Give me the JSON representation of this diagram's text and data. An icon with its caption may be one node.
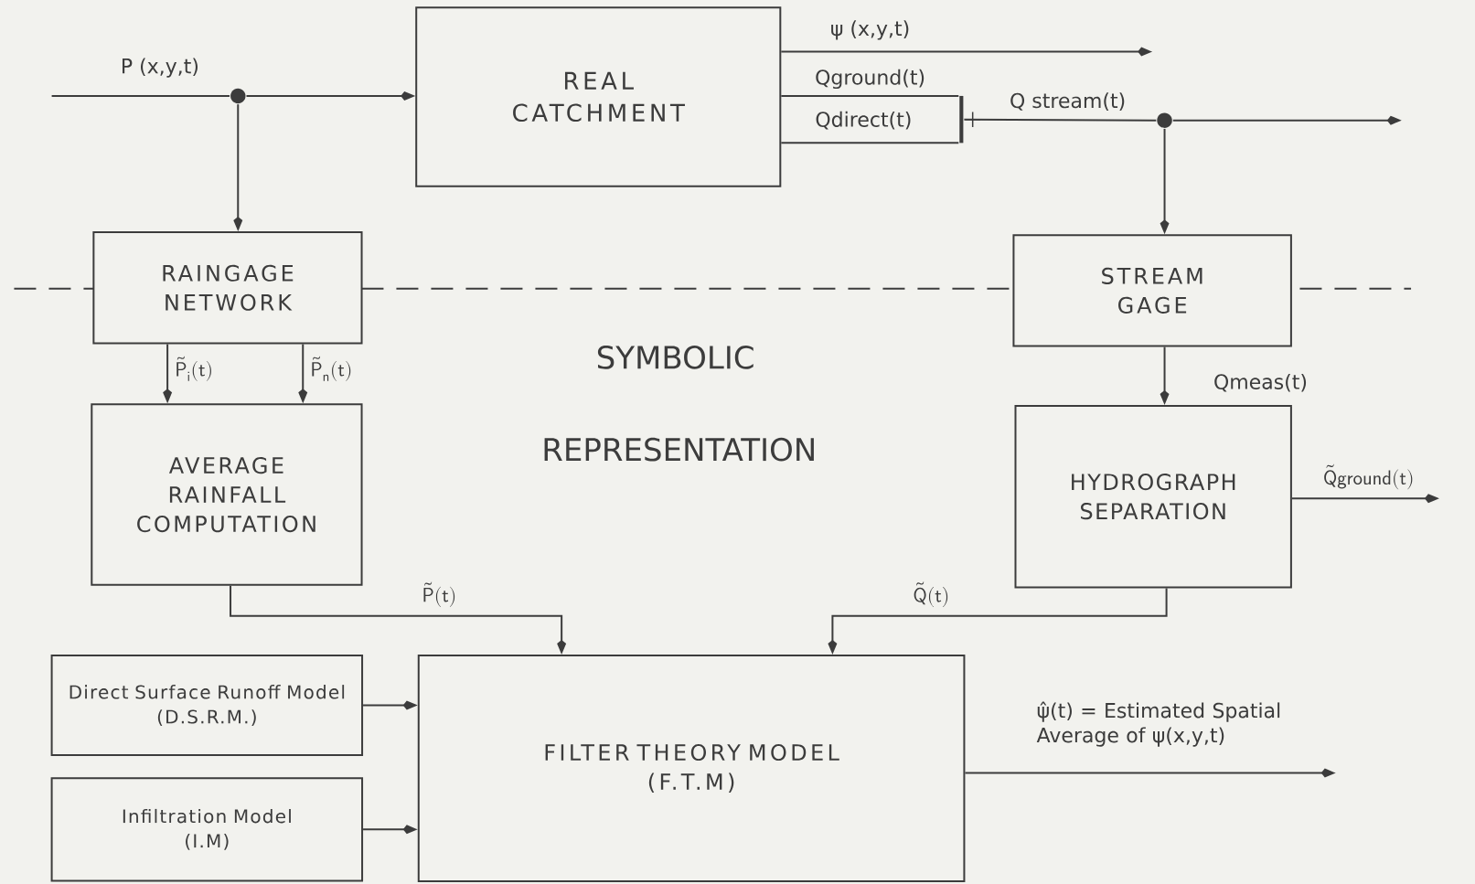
{
  "diagram": {
    "nodes": [
      {
        "text": [
          "REAL CATCHMENT"
        ]
      },
      {
        "text": [
          "RAINGAGE NETWORK"
        ]
      },
      {
        "text": [
          "STREAM GAGE"
        ]
      },
      {
        "text": [
          "AVERAGE RAINFALL COMPUTATION"
        ]
      },
      {
        "text": [
          "HYDROGRAPH SEPARATION"
        ]
      },
      {
        "text": [
          "Direct Surface Runoff Model",
          "(D.S.R.M.)"
        ]
      },
      {
        "text": [
          "FILTER THEORY MODEL",
          "(F.T.M)"
        ]
      },
      {
        "text": [
          "Infiltration Model",
          "(I.M)"
        ]
      },
      {
        "text": [],
        "shape": "bar"
      },
      {
        "text": [],
        "shape": "circle"
      },
      {
        "text": [],
        "shape": "circle"
      }
    ],
    "edges": [
      {
        "from": null,
        "to": 9,
        "arrow": "none",
        "label": "P (x,y,t)"
      },
      {
        "from": 9,
        "to": 0,
        "arrow": "to"
      },
      {
        "from": 9,
        "to": 1,
        "arrow": "to"
      },
      {
        "from": 0,
        "to": null,
        "arrow": "to",
        "label": "ψ (x,y,t)"
      },
      {
        "from": 0,
        "to": 8,
        "arrow": "none",
        "label": "Qground(t)"
      },
      {
        "from": 0,
        "to": 8,
        "arrow": "none",
        "label": "Qdirect(t)"
      },
      {
        "from": 8,
        "to": 10,
        "arrow": "none",
        "label": "Q stream(t)"
      },
      {
        "from": 10,
        "to": null,
        "arrow": "to"
      },
      {
        "from": 10,
        "to": 2,
        "arrow": "to"
      },
      {
        "from": 1,
        "to": 3,
        "arrow": "to",
        "label": "\\tilde{\\mathsf{P}}_{\\mathsf{i}}(\\mathsf{t})"
      },
      {
        "from": 1,
        "to": 3,
        "arrow": "to",
        "label": "\\tilde{\\mathsf{P}}_{\\mathsf{n}}(\\mathsf{t})"
      },
      {
        "from": 2,
        "to": 4,
        "arrow": "to",
        "label": "Qmeas(t)"
      },
      {
        "from": 4,
        "to": null,
        "arrow": "to",
        "label": "\\tilde{\\mathsf{Q}}\\mathsf{ground}(\\mathsf{t})"
      },
      {
        "from": 3,
        "to": 6,
        "arrow": "to",
        "label": "\\tilde{\\mathsf{P}}(\\mathsf{t})"
      },
      {
        "from": 4,
        "to": 6,
        "arrow": "to",
        "label": "\\tilde{\\mathsf{Q}}(\\mathsf{t})"
      },
      {
        "from": 5,
        "to": 6,
        "arrow": "to"
      },
      {
        "from": 7,
        "to": 6,
        "arrow": "to"
      },
      {
        "from": 6,
        "to": null,
        "arrow": "to",
        "label": "ψ̂(t) = Estimated Spatial Average of ψ(x,y,t)"
      }
    ],
    "labels": [
      "SYMBOLIC",
      "REPRESENTATION"
    ]
  }
}
